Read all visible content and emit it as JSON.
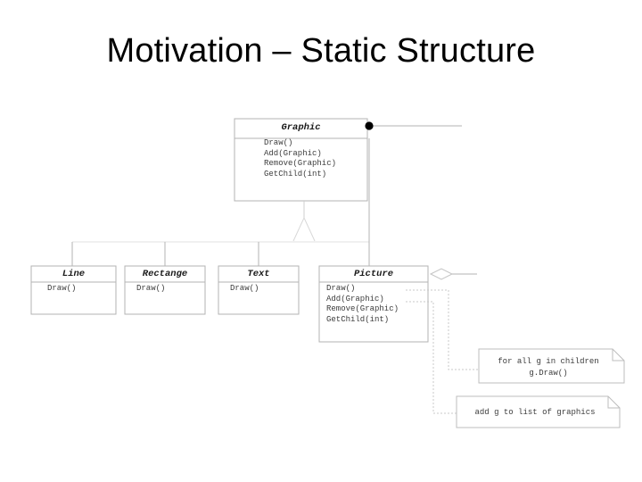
{
  "slide": {
    "title": "Motivation – Static Structure",
    "background_color": "#ffffff",
    "title_color": "#000000"
  },
  "diagram": {
    "type": "uml-class-diagram",
    "line_color": "#b0b0b0",
    "text_color": "#3c3c3c",
    "classes": [
      {
        "id": "graphic",
        "name": "Graphic",
        "abstract": true,
        "operations": [
          "Draw()",
          "Add(Graphic)",
          "Remove(Graphic)",
          "GetChild(int)"
        ]
      },
      {
        "id": "line",
        "name": "Line",
        "abstract": false,
        "operations": [
          "Draw()"
        ]
      },
      {
        "id": "rectange",
        "name": "Rectange",
        "abstract": false,
        "operations": [
          "Draw()"
        ]
      },
      {
        "id": "text",
        "name": "Text",
        "abstract": false,
        "operations": [
          "Draw()"
        ]
      },
      {
        "id": "picture",
        "name": "Picture",
        "abstract": false,
        "operations": [
          "Draw()",
          "Add(Graphic)",
          "Remove(Graphic)",
          "GetChild(int)"
        ]
      }
    ],
    "relationships": [
      {
        "kind": "generalization",
        "from": [
          "line",
          "rectange",
          "text",
          "picture"
        ],
        "to": "graphic",
        "marker": "hollow-triangle"
      },
      {
        "kind": "association-end",
        "on": "graphic",
        "marker": "filled-circle"
      },
      {
        "kind": "aggregation",
        "on": "picture",
        "marker": "hollow-diamond"
      }
    ],
    "notes": [
      {
        "id": "note-draw",
        "lines": [
          "for all g in children",
          "g.Draw()"
        ],
        "anchored_to": "picture.Draw()"
      },
      {
        "id": "note-add",
        "lines": [
          "add g to list of graphics"
        ],
        "anchored_to": "picture.Add(Graphic)"
      }
    ]
  }
}
